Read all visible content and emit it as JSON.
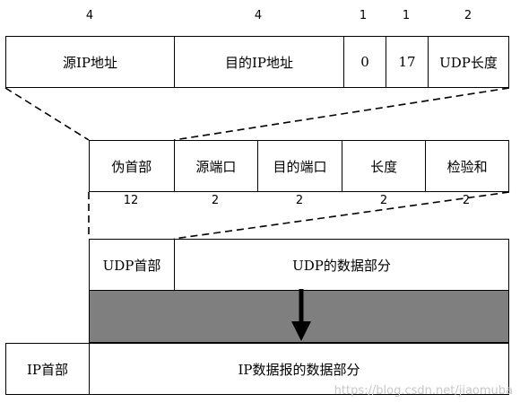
{
  "ip_pseudo_header": {
    "sizes": [
      "4",
      "4",
      "1",
      "1",
      "2"
    ],
    "fields": [
      "源IP地址",
      "目的IP地址",
      "0",
      "17",
      "UDP长度"
    ]
  },
  "udp_header": {
    "fields": [
      "伪首部",
      "源端口",
      "目的端口",
      "长度",
      "检验和"
    ],
    "sizes": [
      "12",
      "2",
      "2",
      "2",
      "2"
    ]
  },
  "udp_datagram": {
    "header": "UDP首部",
    "data": "UDP的数据部分"
  },
  "ip_datagram": {
    "header": "IP首部",
    "data": "IP数据报的数据部分"
  },
  "watermark": "https://blog.csdn.net/jiaomuba",
  "colors": {
    "line": "#000000",
    "fill_grey": "#7f7f7f",
    "watermark": "#c8c8c8"
  },
  "icons": [
    "down-arrow-icon"
  ]
}
